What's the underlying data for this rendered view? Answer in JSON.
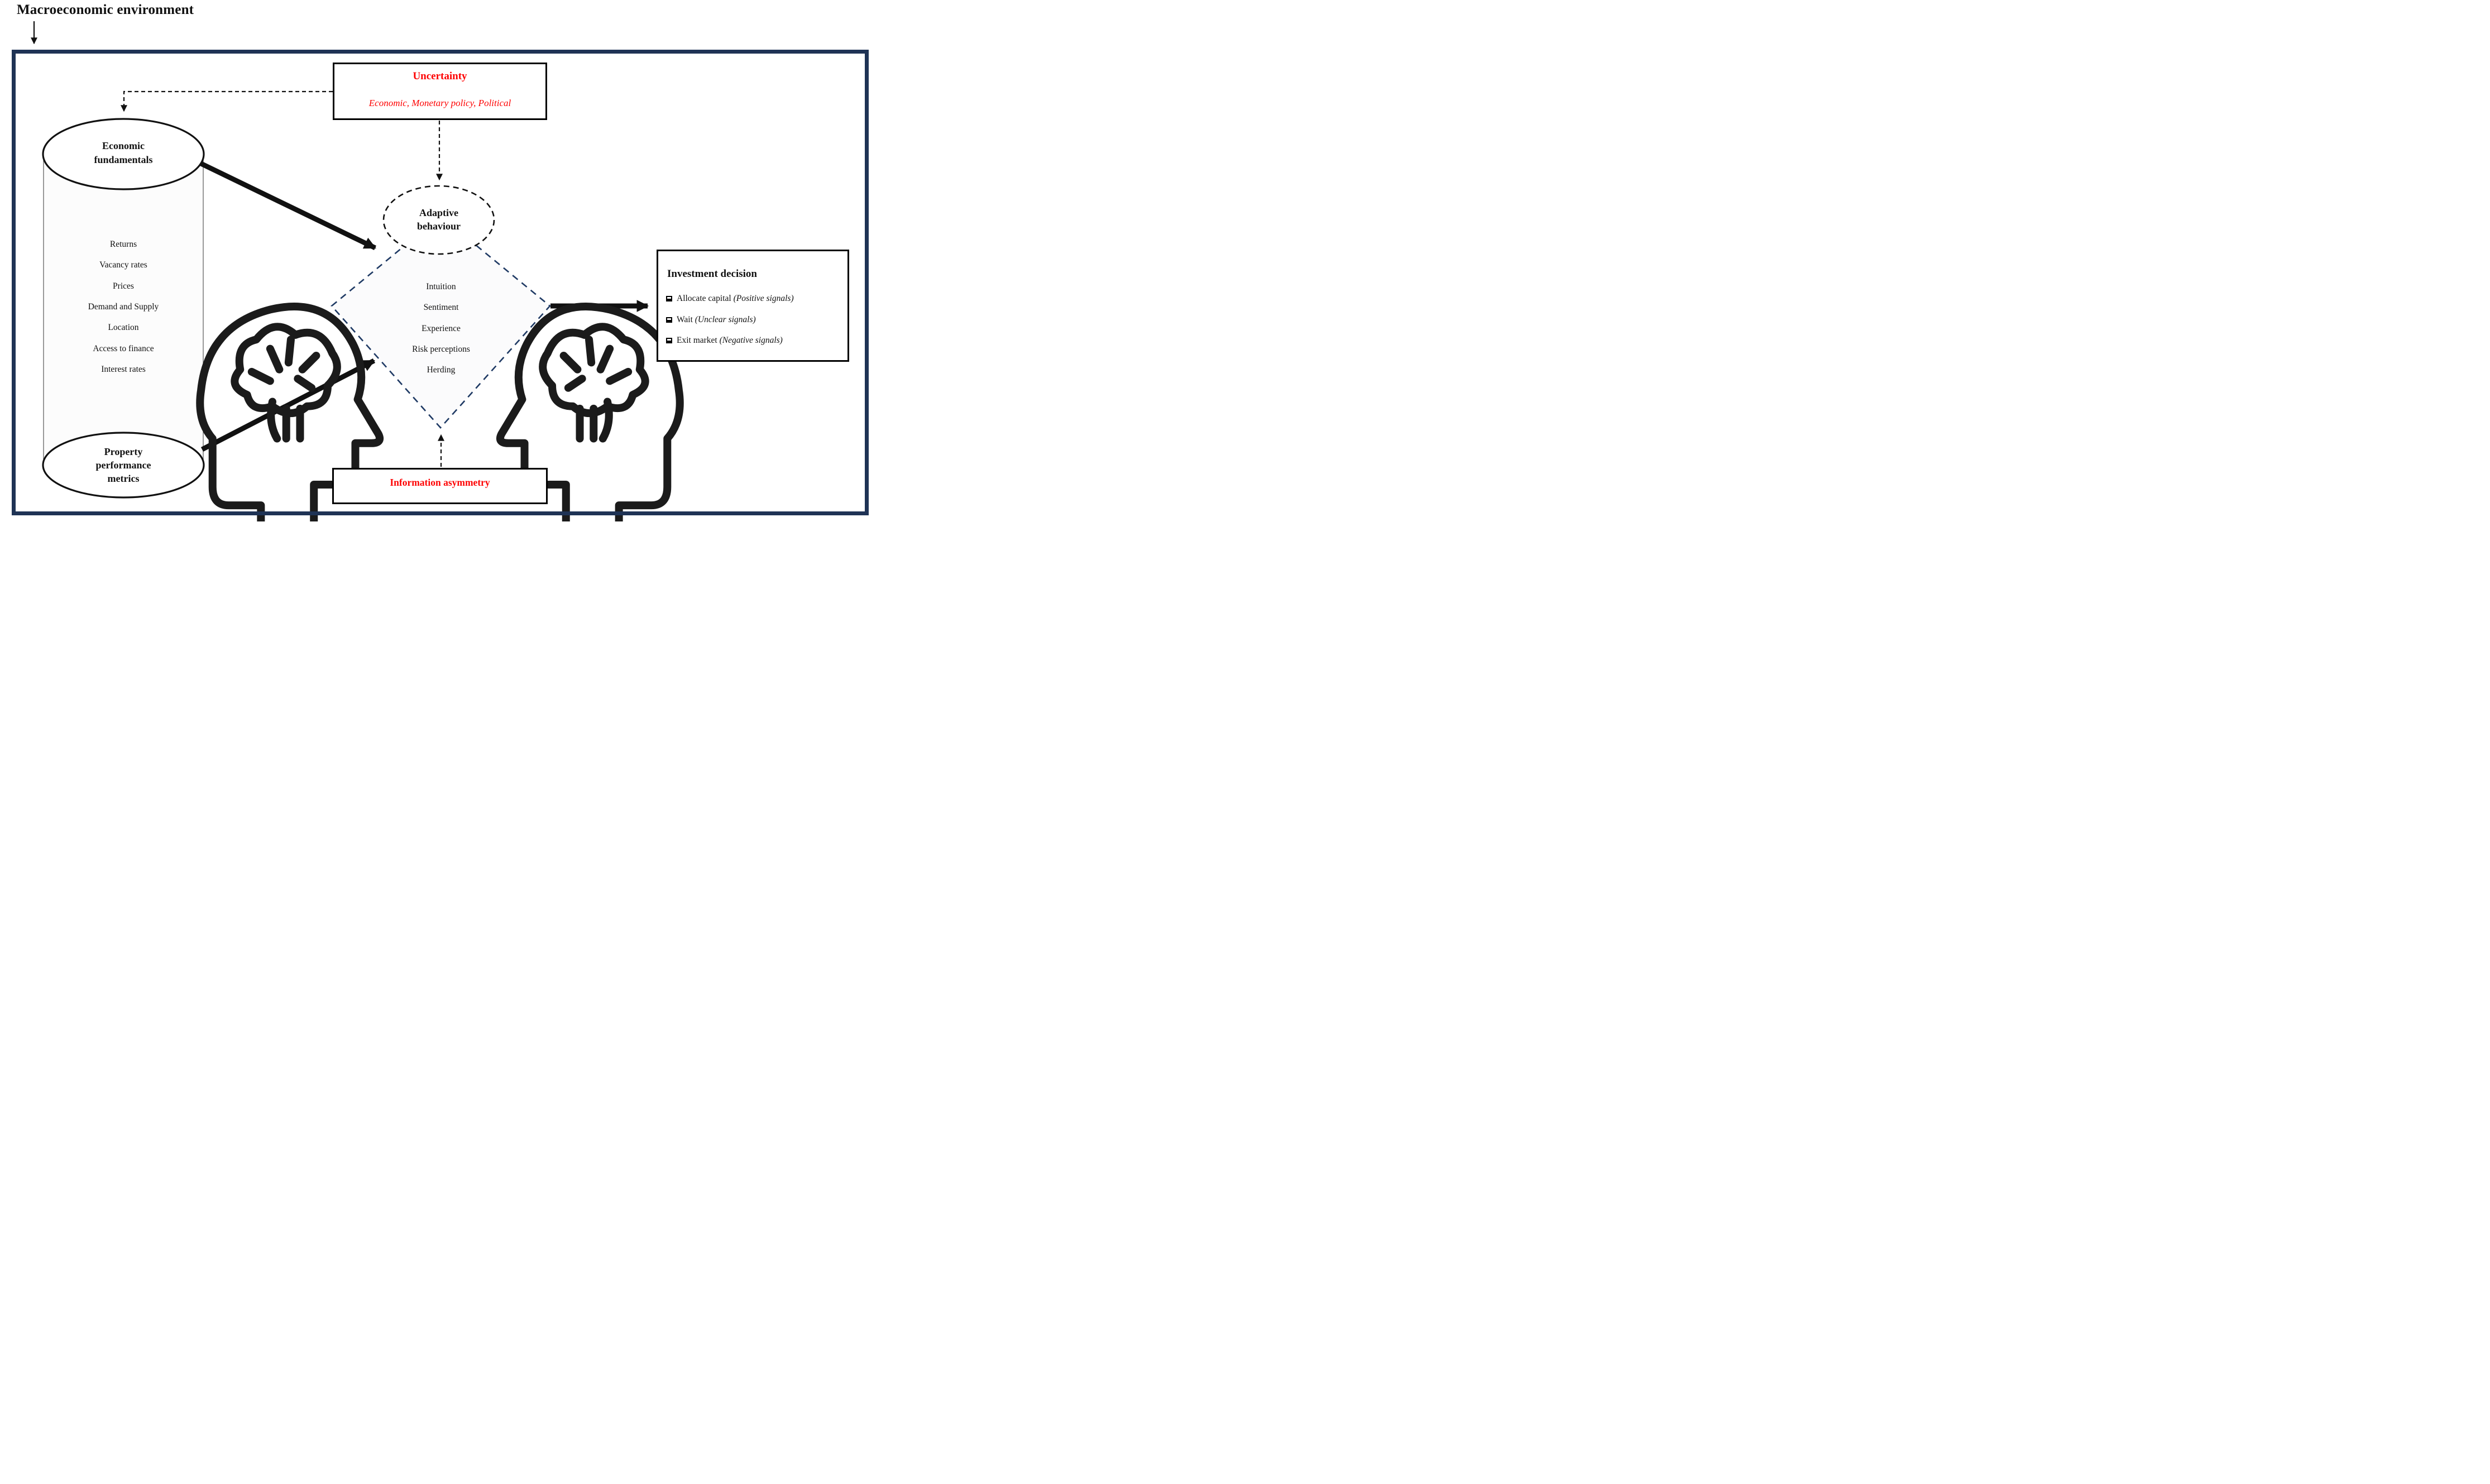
{
  "title": "Macroeconomic environment",
  "colors": {
    "frame": "#1f3355",
    "red": "#fe0000",
    "dash_blue": "#1f3a64",
    "ink": "#111111",
    "cylinder_fill": "#fcfcfc",
    "diamond_fill": "#fbfbfc"
  },
  "uncertainty": {
    "title": "Uncertainty",
    "subtitle": "Economic, Monetary policy, Political"
  },
  "fundamentals": {
    "label": "Economic fundamentals",
    "items": [
      "Returns",
      "Vacancy rates",
      "Prices",
      "Demand and Supply",
      "Location",
      "Access to finance",
      "Interest rates"
    ]
  },
  "property_metrics": {
    "label": "Property performance metrics"
  },
  "adaptive": {
    "label": "Adaptive behaviour"
  },
  "behaviour": {
    "items": [
      "Intuition",
      "Sentiment",
      "Experience",
      "Risk perceptions",
      "Herding"
    ]
  },
  "decision": {
    "title": "Investment decision",
    "options": [
      {
        "label": "Allocate capital ",
        "signal": "(Positive signals)"
      },
      {
        "label": "Wait ",
        "signal": "(Unclear signals)"
      },
      {
        "label": "Exit market ",
        "signal": "(Negative signals)"
      }
    ]
  },
  "information_asymmetry": {
    "label": "Information asymmetry"
  },
  "icons": {
    "head_brain": "head-with-brain"
  }
}
